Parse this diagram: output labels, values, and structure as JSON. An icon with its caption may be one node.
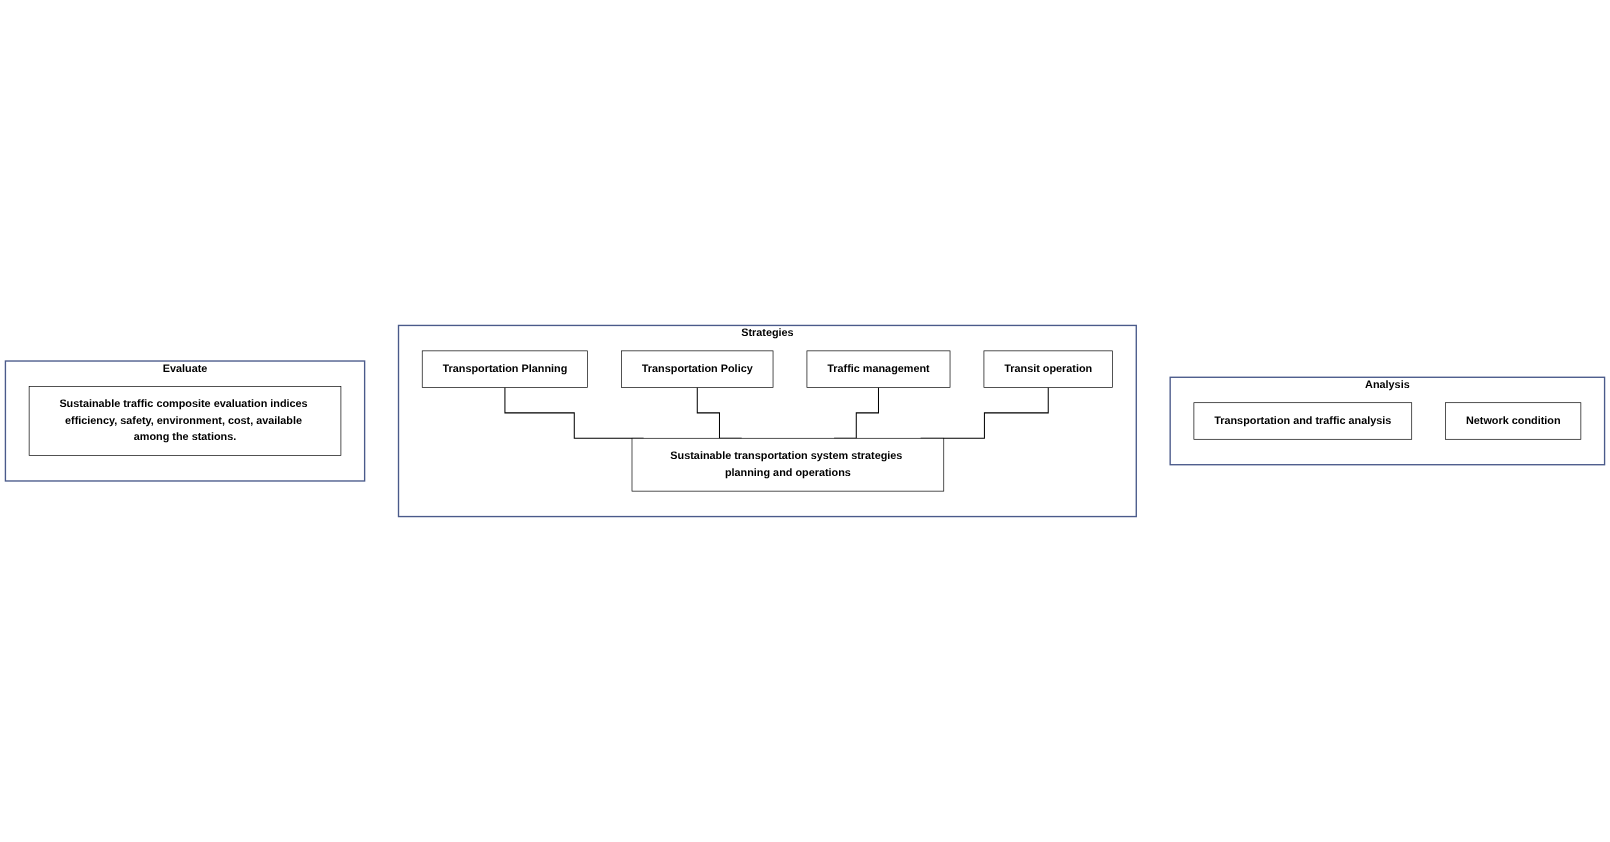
{
  "diagram": {
    "nodes": [
      {
        "text": [
          "Analysis"
        ]
      },
      {
        "text": [
          "Transportation and traffic analysis"
        ],
        "in": 0
      },
      {
        "text": [
          "Network condition"
        ],
        "in": 0
      },
      {
        "text": [
          "Strategies"
        ]
      },
      {
        "text": [
          "Transportation Planning"
        ],
        "in": 3
      },
      {
        "text": [
          "Transportation Policy"
        ],
        "in": 3
      },
      {
        "text": [
          "Traffic management"
        ],
        "in": 3
      },
      {
        "text": [
          "Transit operation"
        ],
        "in": 3
      },
      {
        "text": [
          "Sustainable transportation system strategies planning and operations"
        ],
        "in": 3
      },
      {
        "text": [
          "Evaluate"
        ]
      },
      {
        "text": [
          "Sustainable traffic composite evaluation indices efficiency, safety, environment, cost, available among the stations."
        ],
        "in": 9
      }
    ],
    "edges": [
      {
        "from": 4,
        "to": 8,
        "arrow": "none"
      },
      {
        "from": 5,
        "to": 8,
        "arrow": "none"
      },
      {
        "from": 6,
        "to": 8,
        "arrow": "none"
      },
      {
        "from": 7,
        "to": 8,
        "arrow": "none"
      }
    ]
  }
}
